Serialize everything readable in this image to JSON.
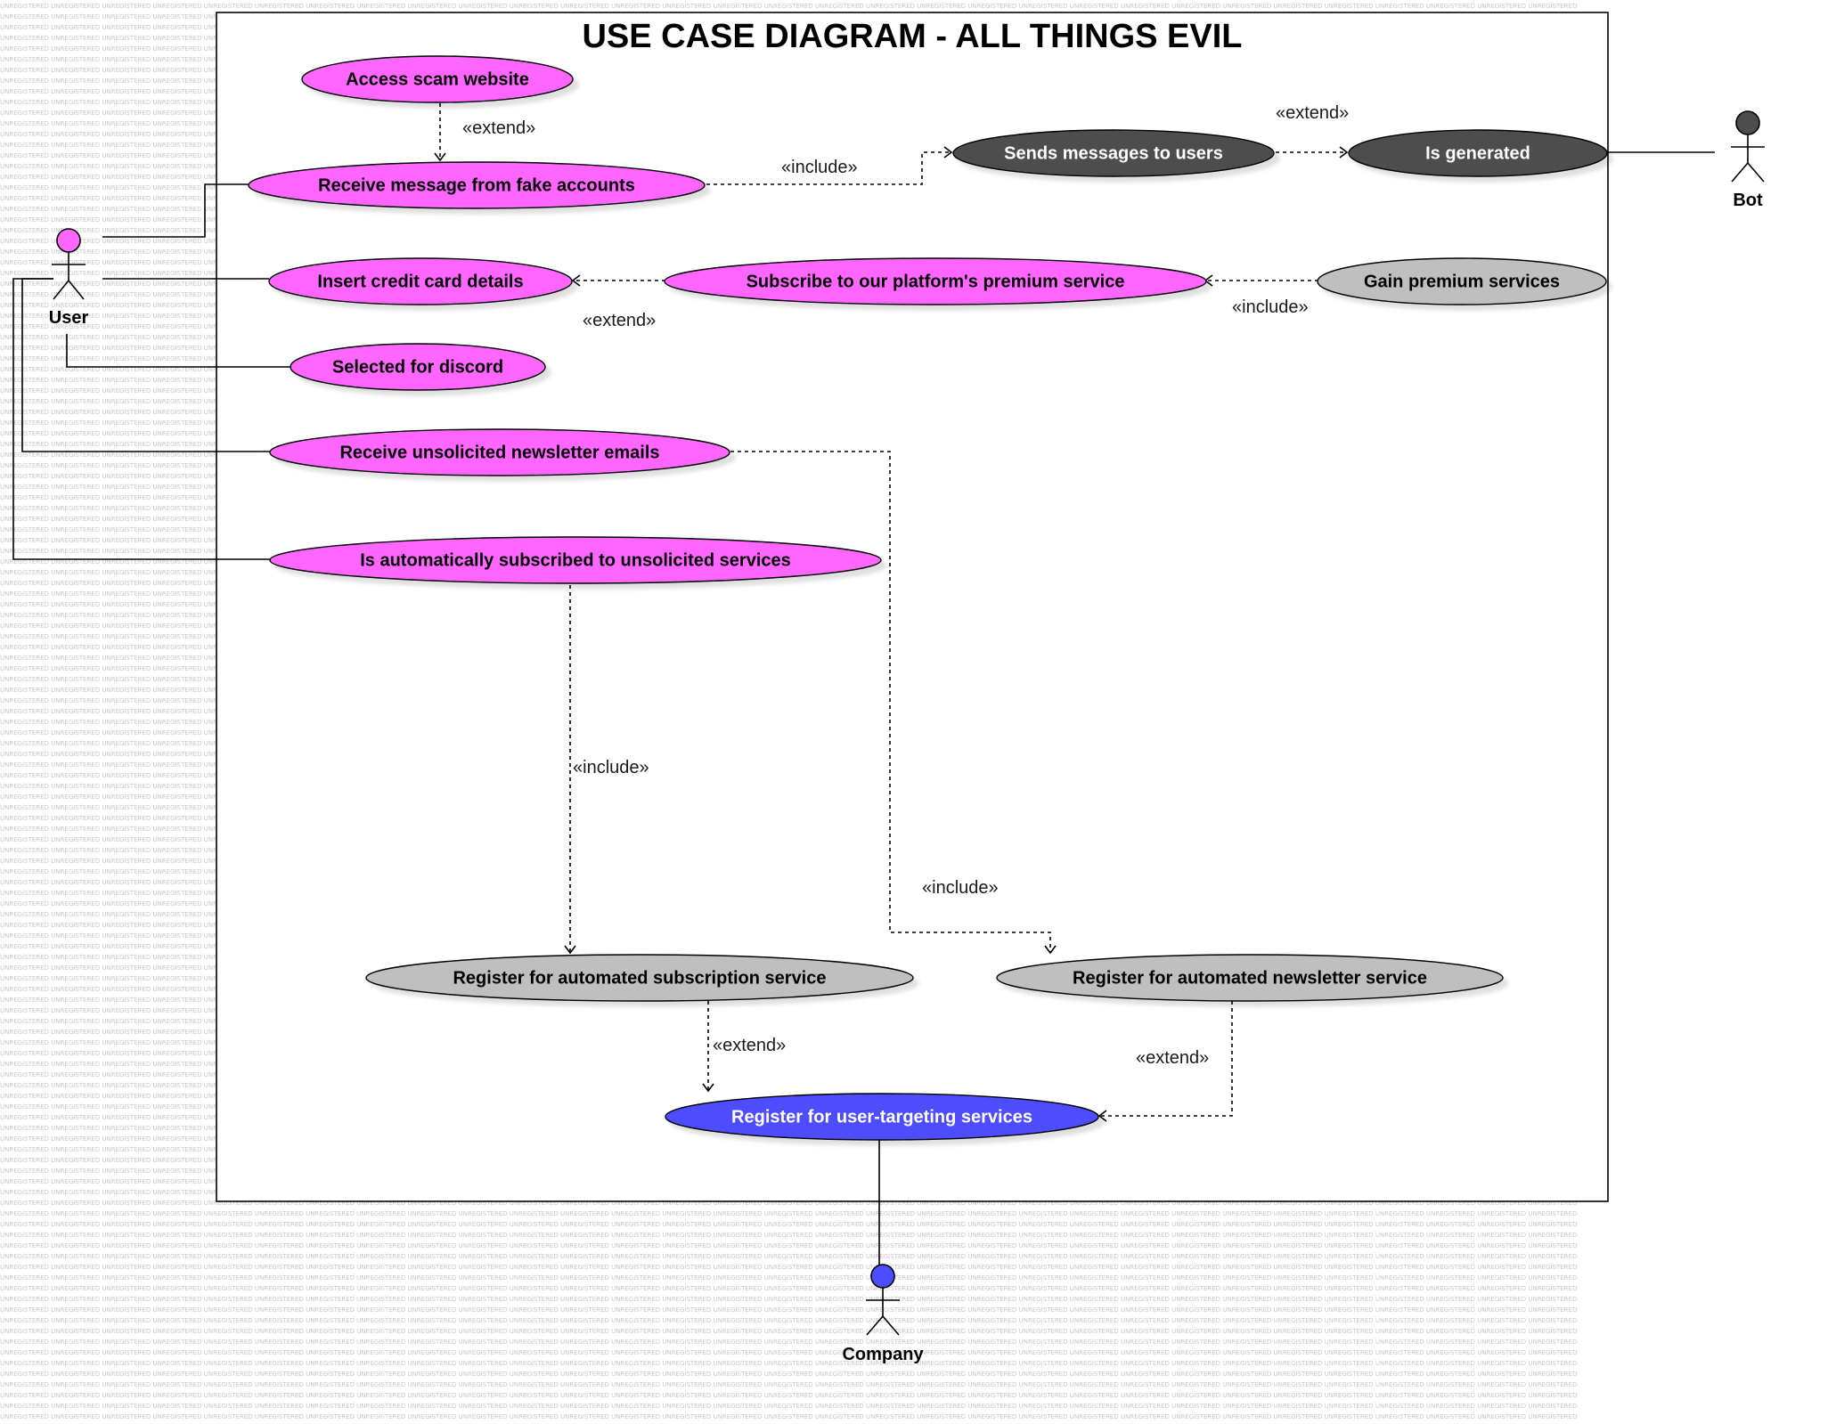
{
  "watermark": {
    "text": "UNREGISTERED"
  },
  "title": "USE CASE DIAGRAM - ALL THINGS EVIL",
  "colors": {
    "pink": "#ff66ff",
    "dark": "#4d4d4d",
    "gray": "#bfbfbf",
    "blue": "#4d4dff",
    "border": "#000000"
  },
  "actors": {
    "user": {
      "label": "User",
      "color": "#ff66ff"
    },
    "bot": {
      "label": "Bot",
      "color": "#4d4d4d"
    },
    "company": {
      "label": "Company",
      "color": "#4d4dff"
    }
  },
  "use_cases": {
    "access_scam": "Access scam website",
    "receive_fake": "Receive message from fake accounts",
    "sends_messages": "Sends messages to users",
    "is_generated": "Is generated",
    "insert_cc": "Insert credit card details",
    "subscribe_premium": "Subscribe to our platform's premium service",
    "gain_premium": "Gain premium services",
    "selected_discord": "Selected for discord",
    "receive_newsletter": "Receive unsolicited newsletter emails",
    "auto_subscribed": "Is automatically subscribed to unsolicited services",
    "register_subscription": "Register for automated subscription service",
    "register_newsletter": "Register for automated newsletter service",
    "register_targeting": "Register for user-targeting services"
  },
  "relations": {
    "extend_access": "«extend»",
    "include_sends": "«include»",
    "extend_generated": "«extend»",
    "extend_subscribe": "«extend»",
    "include_gain": "«include»",
    "include_auto": "«include»",
    "include_newsletter": "«include»",
    "extend_reg_sub": "«extend»",
    "extend_reg_news": "«extend»"
  }
}
